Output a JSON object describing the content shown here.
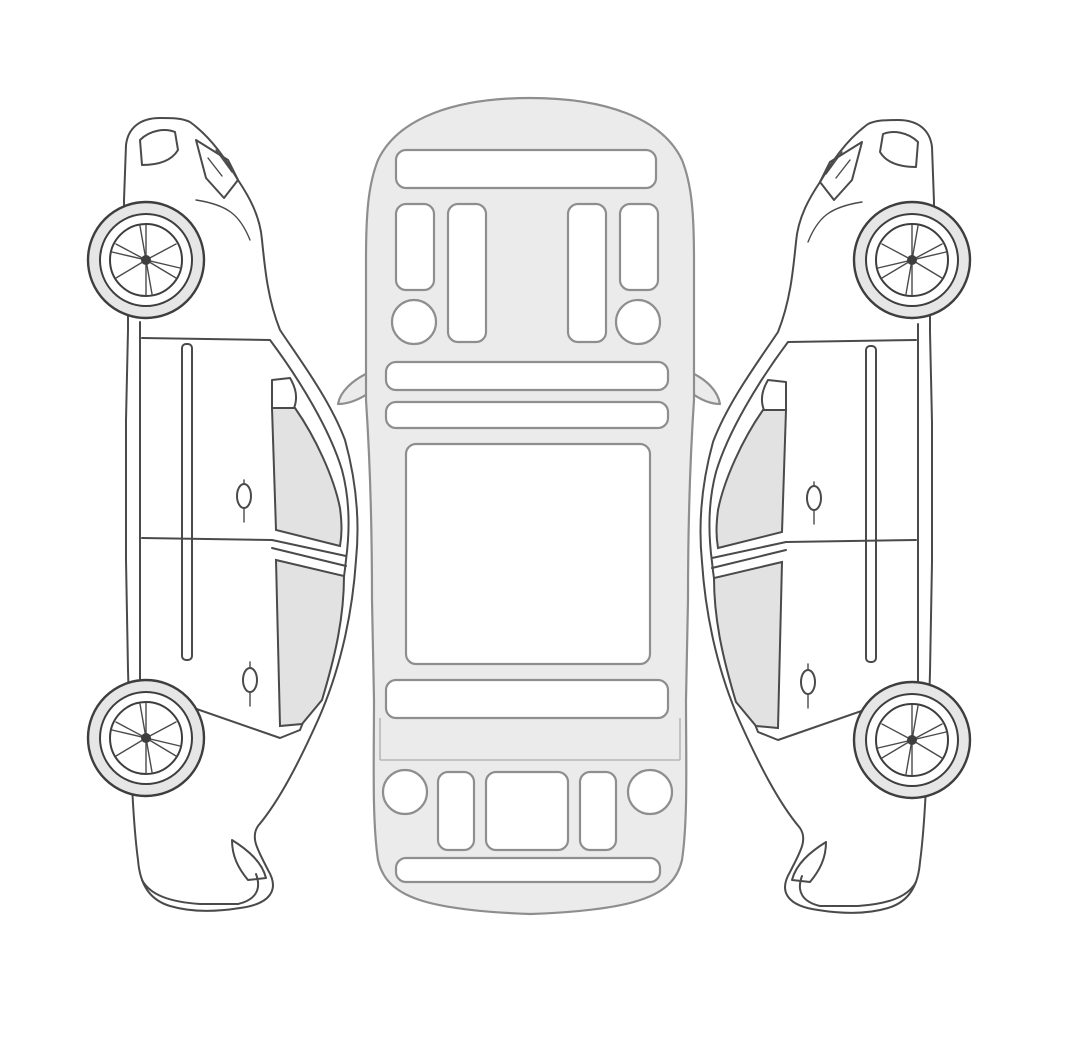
{
  "diagram": {
    "views": [
      "left-side",
      "top",
      "right-side"
    ],
    "colors": {
      "outline": "#4a4a4a",
      "top_body_fill": "#ebebeb",
      "top_body_stroke": "#8e8e8e",
      "glass": "#e2e2e2",
      "background": "#ffffff"
    }
  }
}
